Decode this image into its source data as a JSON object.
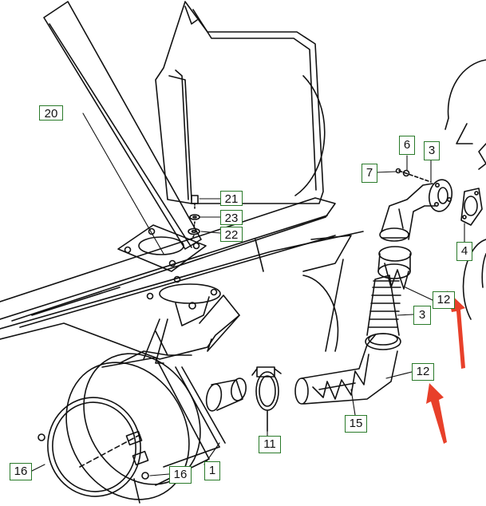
{
  "colors": {
    "line": "#111111",
    "callout_border": "#2a7a2a",
    "arrow": "#e8402a",
    "background": "#ffffff"
  },
  "callouts": {
    "c20": "20",
    "c21": "21",
    "c23": "23",
    "c22": "22",
    "c6": "6",
    "c7": "7",
    "c3_top": "3",
    "c4": "4",
    "c12_upper": "12",
    "c3_mid": "3",
    "c12_lower": "12",
    "c15": "15",
    "c11": "11",
    "c1": "1",
    "c16_left": "16",
    "c16_right": "16"
  },
  "parts": [
    "frame-panel",
    "muffler-tank",
    "mounting-bracket",
    "tank-strap",
    "exhaust-pipe",
    "flex-hose",
    "elbow-pipe",
    "pipe-clamp",
    "flange",
    "gasket",
    "sleeve",
    "bolt",
    "washer",
    "nut"
  ]
}
